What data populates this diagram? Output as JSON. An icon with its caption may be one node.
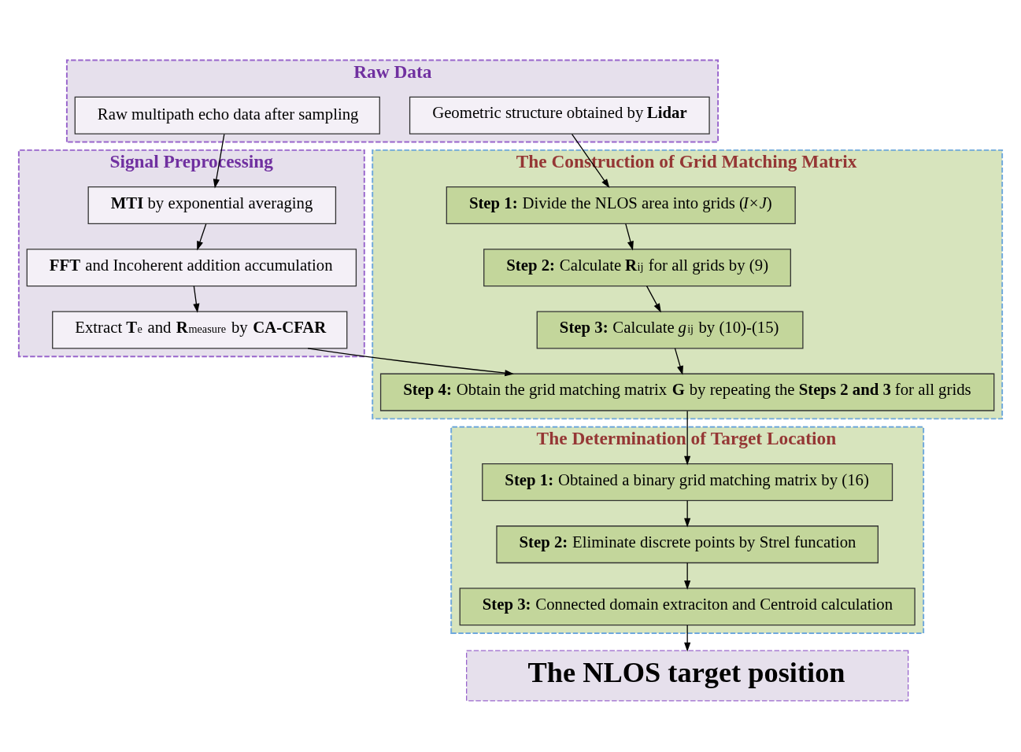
{
  "diagram": {
    "nodes": [
      {
        "text": [
          "Raw Data"
        ]
      },
      {
        "text": [
          "Raw multipath echo data after sampling"
        ],
        "in": 0
      },
      {
        "text": [
          "Geometric structure obtained by **Lidar**"
        ],
        "in": 0
      },
      {
        "text": [
          "Signal Preprocessing"
        ]
      },
      {
        "text": [
          "**MTI** by exponential averaging"
        ],
        "in": 3
      },
      {
        "text": [
          "**FFT** and Incoherent addition accumulation"
        ],
        "in": 3
      },
      {
        "text": [
          "Extract **T**$_{e}$ and **R**$_{measure}$ by **CA-CFAR**"
        ],
        "in": 3
      },
      {
        "text": [
          "The Construction of Grid Matching Matrix"
        ]
      },
      {
        "text": [
          "**Step 1:** Divide the NLOS area into grids (*I*×*J*)"
        ],
        "in": 7
      },
      {
        "text": [
          "**Step 2:** Calculate **R**$_{ij}$ for all grids by (9)"
        ],
        "in": 7
      },
      {
        "text": [
          "**Step 3:** Calculate *g*$_{ij}$ by (10)-(15)"
        ],
        "in": 7
      },
      {
        "text": [
          "**Step 4:** Obtain the grid matching matrix **G** by repeating the **Steps 2 and 3** for all grids"
        ],
        "in": 7
      },
      {
        "text": [
          "The Determination of Target Location"
        ]
      },
      {
        "text": [
          "**Step 1:** Obtained a binary grid matching matrix by (16)"
        ],
        "in": 12
      },
      {
        "text": [
          "**Step 2:** Eliminate discrete points by Strel funcation"
        ],
        "in": 12
      },
      {
        "text": [
          "**Step 3:** Connected domain extraciton and Centroid calculation"
        ],
        "in": 12
      },
      {
        "text": [
          "The NLOS target position"
        ]
      }
    ],
    "edges": [
      {
        "from": 1,
        "to": 4,
        "arrow": "to"
      },
      {
        "from": 2,
        "to": 8,
        "arrow": "to"
      },
      {
        "from": 4,
        "to": 5,
        "arrow": "to"
      },
      {
        "from": 5,
        "to": 6,
        "arrow": "to"
      },
      {
        "from": 8,
        "to": 9,
        "arrow": "to"
      },
      {
        "from": 9,
        "to": 10,
        "arrow": "to"
      },
      {
        "from": 6,
        "to": 11,
        "arrow": "to"
      },
      {
        "from": 10,
        "to": 11,
        "arrow": "to"
      },
      {
        "from": 11,
        "to": 13,
        "arrow": "to"
      },
      {
        "from": 13,
        "to": 14,
        "arrow": "to"
      },
      {
        "from": 14,
        "to": 15,
        "arrow": "to"
      },
      {
        "from": 15,
        "to": 16,
        "arrow": "to"
      }
    ]
  }
}
